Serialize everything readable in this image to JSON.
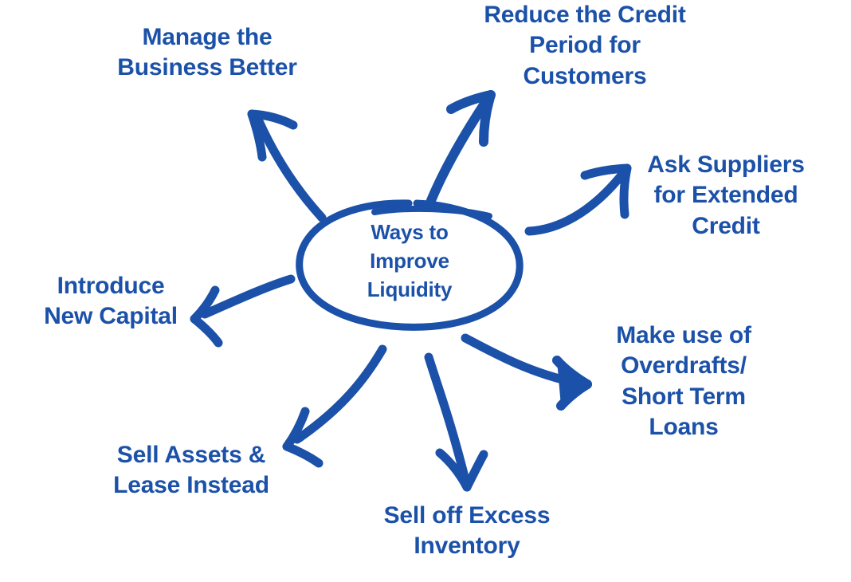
{
  "diagram": {
    "title": "Ways to Improve Liquidity",
    "type": "hub-and-spoke mind map",
    "accent_color": "#1B51A8",
    "background_color": "#FFFFFF",
    "center": {
      "label": "Ways to\nImprove\nLiquidity",
      "shape": "hand-drawn-ellipse"
    },
    "nodes": [
      {
        "id": "manage-business",
        "label": "Manage the\nBusiness Better",
        "direction": "up-left",
        "arrow": "curved-arrow-up-left"
      },
      {
        "id": "reduce-credit-period",
        "label": "Reduce the Credit\nPeriod for\nCustomers",
        "direction": "up-right",
        "arrow": "curved-arrow-up-right"
      },
      {
        "id": "ask-suppliers",
        "label": "Ask Suppliers\nfor Extended\nCredit",
        "direction": "right-up",
        "arrow": "curved-arrow-right-up"
      },
      {
        "id": "overdrafts-loans",
        "label": "Make use of\nOverdrafts/\nShort Term\nLoans",
        "direction": "right-down",
        "arrow": "curved-arrow-right-down"
      },
      {
        "id": "sell-excess-inventory",
        "label": "Sell off Excess\nInventory",
        "direction": "down",
        "arrow": "curved-arrow-down"
      },
      {
        "id": "sell-assets-lease",
        "label": "Sell Assets &\nLease Instead",
        "direction": "down-left",
        "arrow": "curved-arrow-down-left"
      },
      {
        "id": "introduce-capital",
        "label": "Introduce\nNew Capital",
        "direction": "left",
        "arrow": "curved-arrow-left"
      }
    ]
  }
}
